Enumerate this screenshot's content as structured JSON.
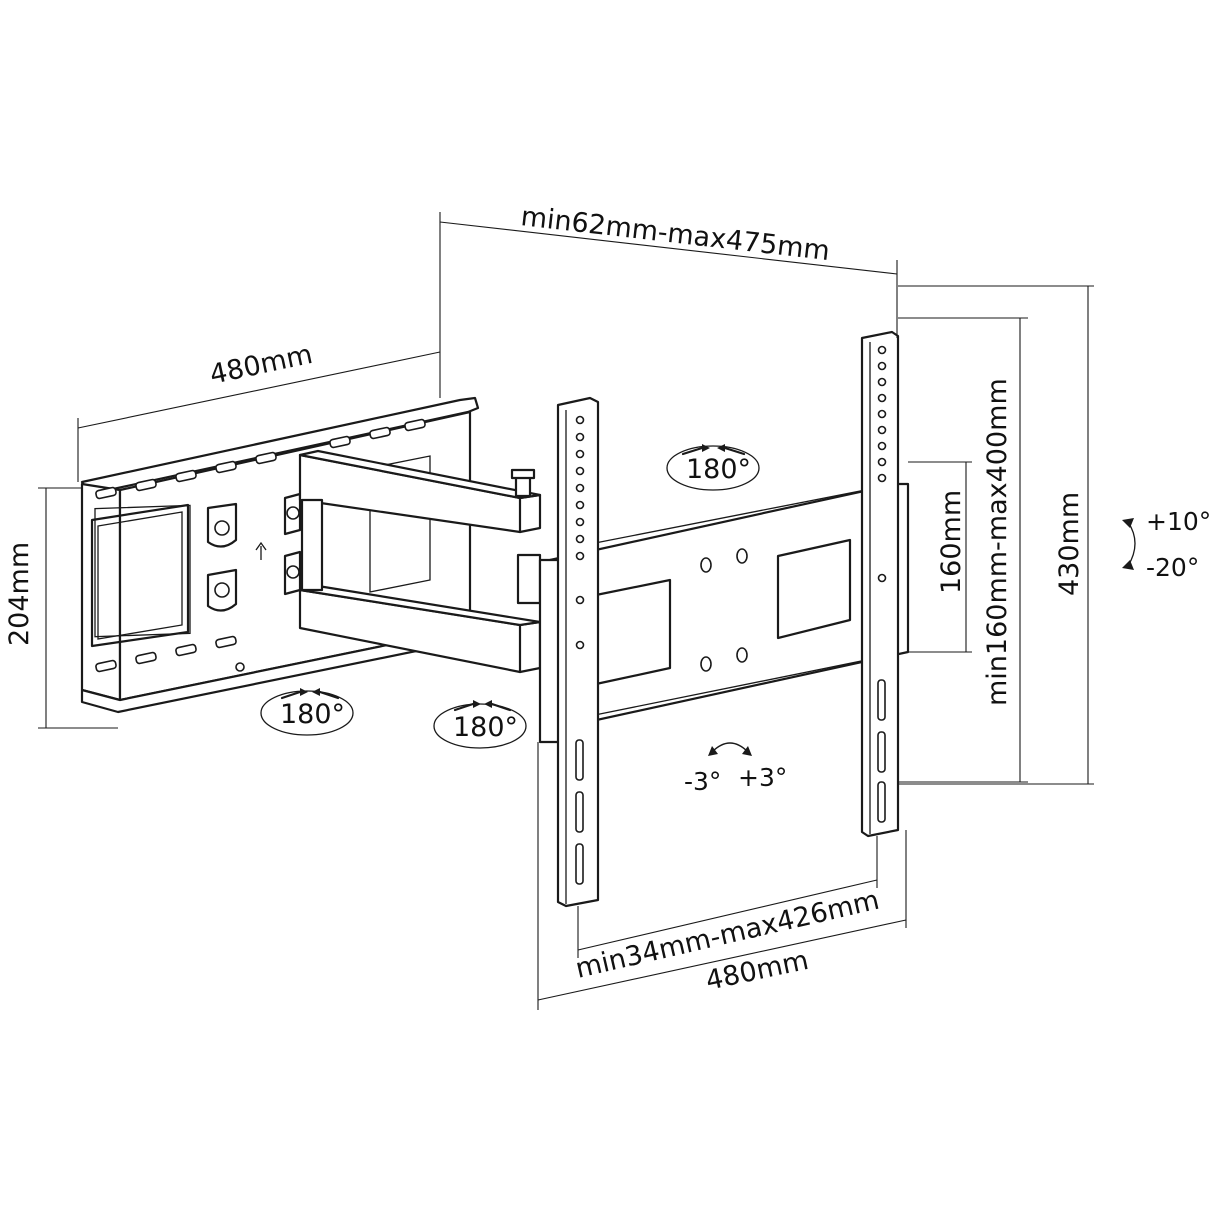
{
  "dimensions": {
    "top_width": "min62mm-max475mm",
    "left_width": "480mm",
    "left_height": "204mm",
    "vesa_small_height": "160mm",
    "vesa_height_range": "min160mm-max400mm",
    "total_height": "430mm",
    "bottom_vesa_range": "min34mm-max426mm",
    "bottom_width": "480mm"
  },
  "rotations": {
    "swivel_top": "180°",
    "swivel_wall": "180°",
    "swivel_middle": "180°",
    "tilt_up": "+10°",
    "tilt_down": "-20°",
    "level_minus": "-3°",
    "level_plus": "+3°"
  },
  "colors": {
    "line": "#1a1a1a",
    "background": "#ffffff"
  }
}
